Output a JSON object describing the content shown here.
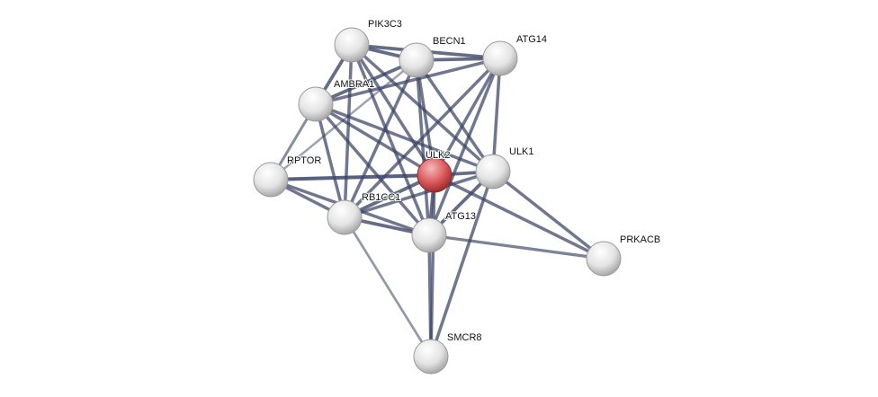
{
  "nodes": [
    {
      "id": "PIK3C3",
      "label": "PIK3C3",
      "query": false
    },
    {
      "id": "BECN1",
      "label": "BECN1",
      "query": false
    },
    {
      "id": "ATG14",
      "label": "ATG14",
      "query": false
    },
    {
      "id": "AMBRA1",
      "label": "AMBRA1",
      "query": false
    },
    {
      "id": "RPTOR",
      "label": "RPTOR",
      "query": false
    },
    {
      "id": "ULK2",
      "label": "ULK2",
      "query": true
    },
    {
      "id": "ULK1",
      "label": "ULK1",
      "query": false
    },
    {
      "id": "RB1CC1",
      "label": "RB1CC1",
      "query": false
    },
    {
      "id": "ATG13",
      "label": "ATG13",
      "query": false
    },
    {
      "id": "PRKACB",
      "label": "PRKACB",
      "query": false
    },
    {
      "id": "SMCR8",
      "label": "SMCR8",
      "query": false
    }
  ],
  "edges": [
    [
      "PIK3C3",
      "BECN1",
      0.9
    ],
    [
      "PIK3C3",
      "ATG14",
      0.9
    ],
    [
      "PIK3C3",
      "AMBRA1",
      0.9
    ],
    [
      "PIK3C3",
      "RB1CC1",
      0.8
    ],
    [
      "PIK3C3",
      "ULK2",
      0.8
    ],
    [
      "PIK3C3",
      "ULK1",
      0.8
    ],
    [
      "PIK3C3",
      "ATG13",
      0.8
    ],
    [
      "BECN1",
      "ATG14",
      0.9
    ],
    [
      "BECN1",
      "AMBRA1",
      0.9
    ],
    [
      "BECN1",
      "RB1CC1",
      0.8
    ],
    [
      "BECN1",
      "ULK2",
      0.8
    ],
    [
      "BECN1",
      "ULK1",
      0.8
    ],
    [
      "BECN1",
      "ATG13",
      0.8
    ],
    [
      "BECN1",
      "RPTOR",
      0.4
    ],
    [
      "ATG14",
      "AMBRA1",
      0.8
    ],
    [
      "ATG14",
      "ULK2",
      0.8
    ],
    [
      "ATG14",
      "ULK1",
      0.8
    ],
    [
      "ATG14",
      "RB1CC1",
      0.8
    ],
    [
      "ATG14",
      "ATG13",
      0.8
    ],
    [
      "AMBRA1",
      "RPTOR",
      0.6
    ],
    [
      "AMBRA1",
      "RB1CC1",
      0.8
    ],
    [
      "AMBRA1",
      "ULK2",
      0.8
    ],
    [
      "AMBRA1",
      "ULK1",
      0.8
    ],
    [
      "AMBRA1",
      "ATG13",
      0.8
    ],
    [
      "RPTOR",
      "ULK2",
      1.0
    ],
    [
      "RPTOR",
      "RB1CC1",
      0.8
    ],
    [
      "RPTOR",
      "ATG13",
      0.8
    ],
    [
      "ULK2",
      "ULK1",
      0.9
    ],
    [
      "ULK2",
      "RB1CC1",
      0.9
    ],
    [
      "ULK2",
      "ATG13",
      0.9
    ],
    [
      "ULK2",
      "SMCR8",
      0.8
    ],
    [
      "ULK2",
      "PRKACB",
      0.8
    ],
    [
      "ULK1",
      "RB1CC1",
      0.8
    ],
    [
      "ULK1",
      "ATG13",
      0.9
    ],
    [
      "ULK1",
      "PRKACB",
      0.8
    ],
    [
      "ULK1",
      "SMCR8",
      0.8
    ],
    [
      "RB1CC1",
      "ATG13",
      0.9
    ],
    [
      "RB1CC1",
      "SMCR8",
      0.5
    ],
    [
      "ATG13",
      "PRKACB",
      0.7
    ],
    [
      "ATG13",
      "SMCR8",
      0.8
    ]
  ],
  "colors": {
    "edge": "#3b4466",
    "query_node": "#d9595b",
    "node": "#e6e6e6"
  }
}
